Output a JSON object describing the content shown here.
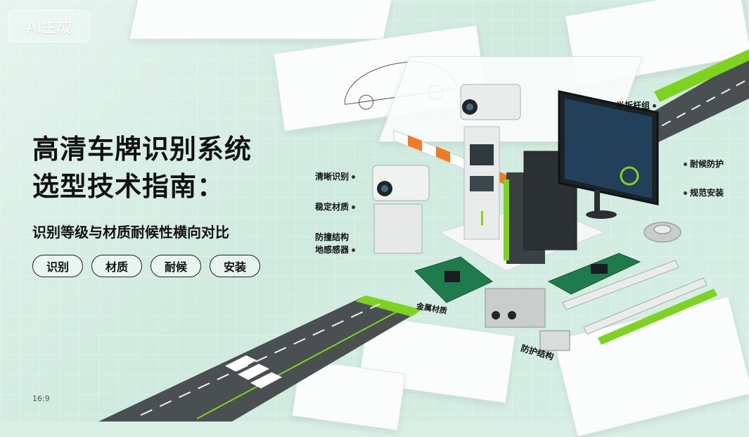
{
  "badge": "AI生成",
  "title": {
    "line1": "高清车牌识别系统",
    "line2": "选型技术指南："
  },
  "subtitle": "识别等级与材质耐候性横向对比",
  "chips": [
    "识别",
    "材质",
    "耐候",
    "安装"
  ],
  "aspect_ratio": "16:9",
  "callouts": {
    "clear_recognition": "清晰识别",
    "stable_material": "稳定材质",
    "crash_structure": "防撞结构",
    "ground_sensor": "地感感器",
    "folding_arm": "半折杆组",
    "weather_protection": "耐候防护",
    "standard_install": "规范安装",
    "metal_material": "金属材质",
    "protective_structure": "防护结构"
  },
  "colors": {
    "accent_green": "#7ed321",
    "background": "#d9efe6",
    "barrier_orange": "#f07a28"
  }
}
